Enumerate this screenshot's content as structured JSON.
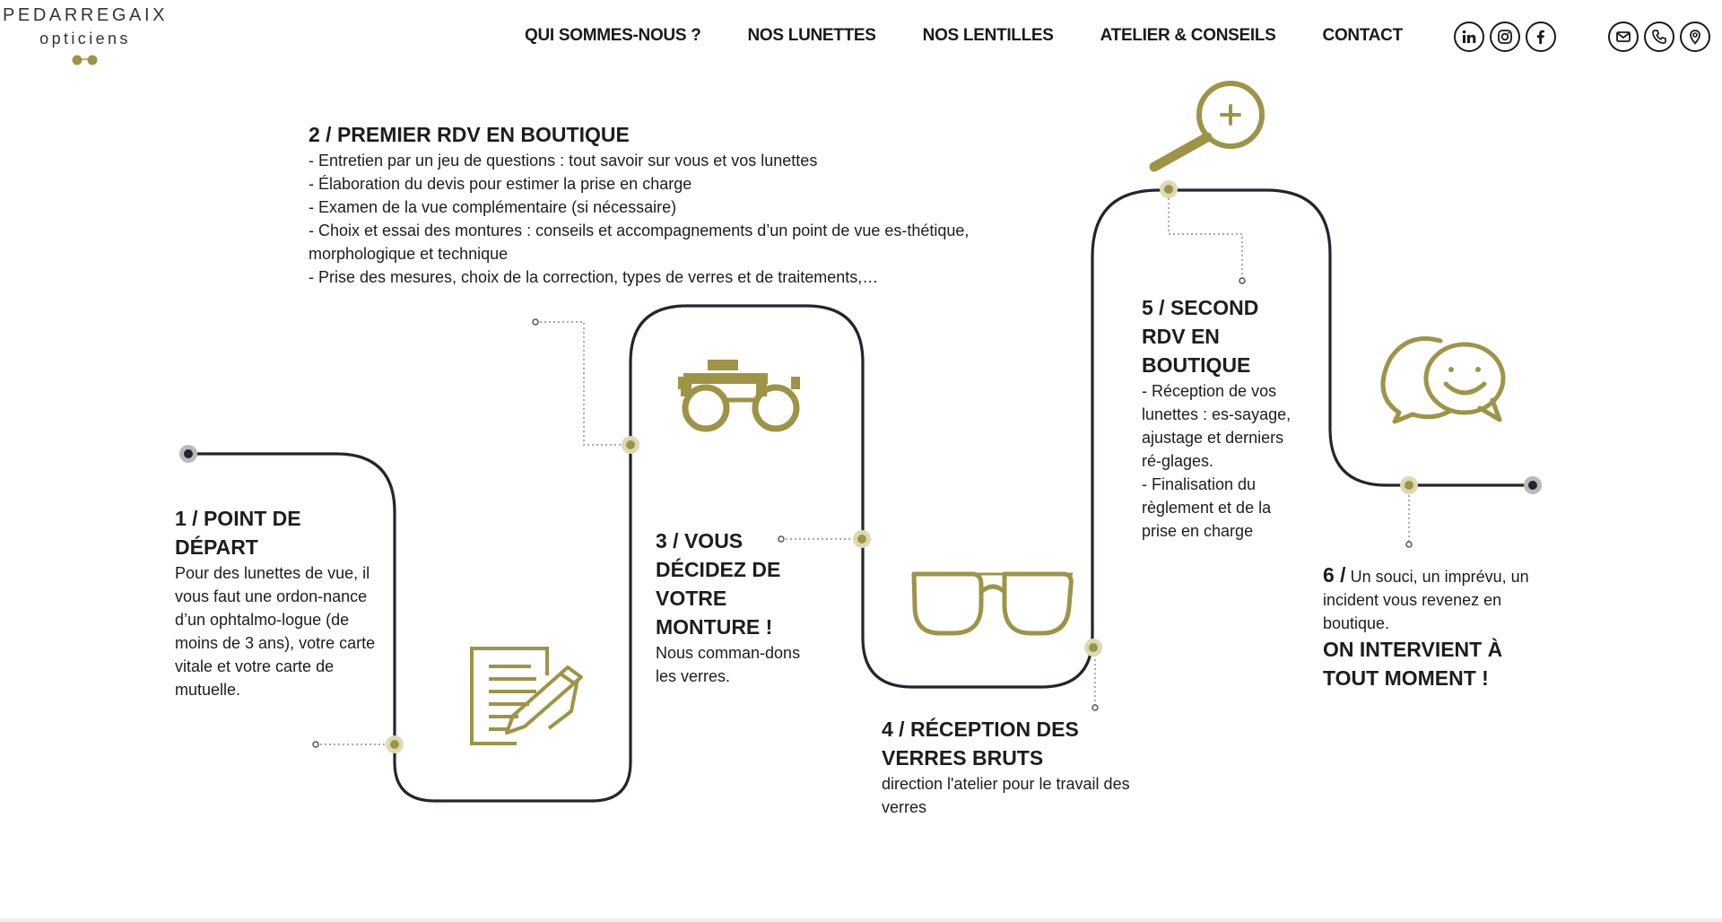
{
  "brand": {
    "name": "PEDARREGAIX",
    "tagline": "opticiens"
  },
  "nav": [
    {
      "label": "QUI SOMMES-NOUS ?"
    },
    {
      "label": "NOS LUNETTES"
    },
    {
      "label": "NOS LENTILLES"
    },
    {
      "label": "ATELIER & CONSEILS"
    },
    {
      "label": "CONTACT"
    }
  ],
  "social_icons": [
    "linkedin-icon",
    "instagram-icon",
    "facebook-icon"
  ],
  "contact_icons": [
    "mail-icon",
    "phone-icon",
    "location-icon"
  ],
  "colors": {
    "gold": "#9d9447",
    "dark": "#232530",
    "text": "#1d1d1d"
  },
  "steps": {
    "s1": {
      "title": "1 / POINT DE DÉPART",
      "lines": [
        "Pour des lunettes de vue, il vous faut une ordon-nance d’un ophtalmo-logue (de moins de 3 ans), votre carte vitale et votre carte de mutuelle."
      ]
    },
    "s2": {
      "title": "2 / PREMIER RDV EN BOUTIQUE",
      "lines": [
        "- Entretien par un jeu de questions : tout savoir sur vous et vos lunettes",
        "- Élaboration du devis pour estimer la prise en charge",
        "- Examen de la vue complémentaire (si nécessaire)",
        "- Choix et essai des montures : conseils et accompagnements d’un point de vue es-thétique, morphologique et technique",
        "- Prise des mesures, choix de la correction, types de verres et de traitements,…"
      ]
    },
    "s3": {
      "title": "3 / VOUS DÉCIDEZ DE VOTRE MONTURE !",
      "lines": [
        "Nous comman-dons les verres."
      ]
    },
    "s4": {
      "title": "4 / RÉCEPTION DES VERRES BRUTS",
      "lines": [
        "direction l'atelier pour le travail des verres"
      ]
    },
    "s5": {
      "title": "5 / SECOND RDV EN BOUTIQUE",
      "lines": [
        "- Réception de vos lunettes : es-sayage,  ajustage et derniers ré-glages.",
        "- Finalisation du règlement et de la prise en charge"
      ]
    },
    "s6": {
      "lead": "6 /",
      "text": "Un souci, un imprévu, un incident vous revenez en boutique.",
      "emphasis": "ON INTERVIENT À TOUT MOMENT !"
    }
  }
}
